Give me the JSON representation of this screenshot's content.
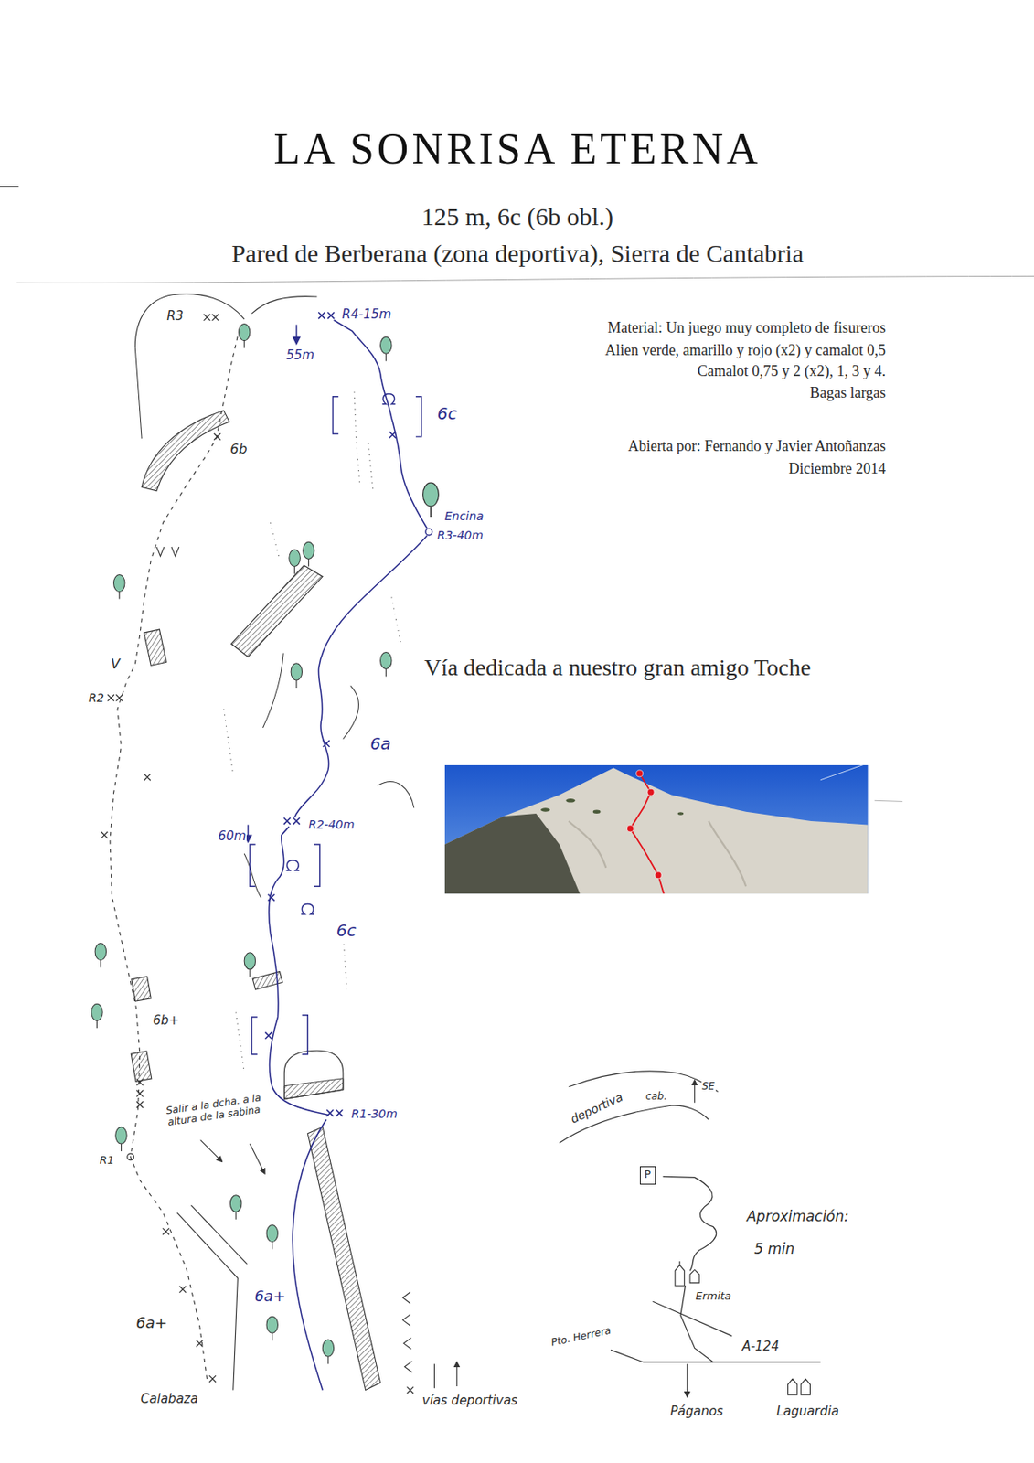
{
  "diagram": {
    "title": "LA SONRISA ETERNA",
    "nodes": [
      {
        "text": [
          "P"
        ]
      }
    ],
    "labels": [
      "125 m, 6c (6b obl.)",
      "Pared de Berberana (zona deportiva), Sierra de Cantabria",
      "Material: Un juego muy completo de fisureros",
      "Alien verde, amarillo y rojo (x2) y camalot 0,5",
      "Camalot 0,75 y 2 (x2), 1, 3 y 4.",
      "Bagas largas",
      "Abierta por: Fernando y Javier Antoñanzas",
      "Diciembre 2014",
      "Vía dedicada a nuestro gran amigo Toche",
      "R3",
      "R4-15m",
      "55m",
      "6c",
      "6b",
      "Encina",
      "R3-40m",
      "V",
      "R2",
      "6a",
      "60m",
      "R2-40m",
      "6c",
      "6b+",
      "R1-30m",
      "Salir a la dcha. a la altura de la sabina",
      "R1",
      "6a+",
      "6a+",
      "Calabaza",
      "vías deportivas",
      "deportiva",
      "cab.",
      "SE",
      "Aproximación:",
      "5 min",
      "Ermita",
      "Pto. Herrera",
      "A-124",
      "Páganos",
      "Laguardia"
    ]
  }
}
